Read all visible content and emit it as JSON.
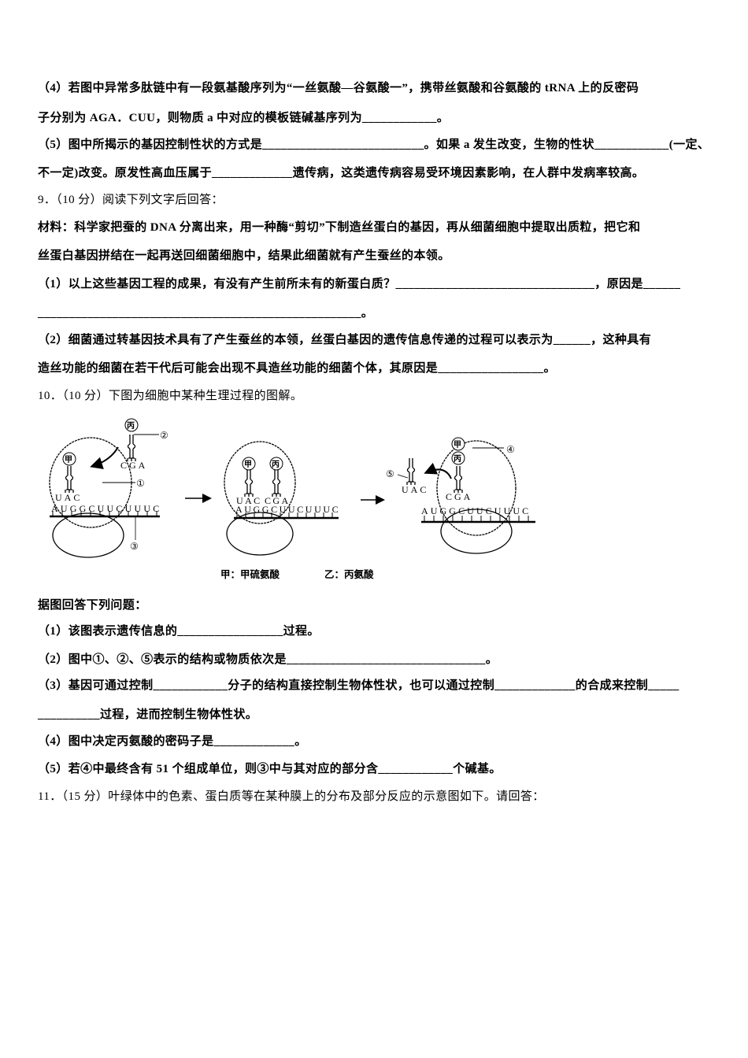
{
  "q8": {
    "p4_line1": "（4）若图中异常多肽链中有一段氨基酸序列为“一丝氨酸—谷氨酸一”，携带丝氨酸和谷氨酸的 tRNA 上的反密码",
    "p4_line2": "子分别为 AGA．CUU，则物质 a 中对应的模板链碱基序列为____________。",
    "p5_line1": "（5）图中所揭示的基因控制性状的方式是__________________________。如果 a 发生改变，生物的性状____________(一定、",
    "p5_line2": "不一定)改变。原发性高血压属于_____________遗传病，这类遗传病容易受环境因素影响，在人群中发病率较高。"
  },
  "q9": {
    "header": "9．（10 分）阅读下列文字后回答：",
    "material_line1": "材料：科学家把蚕的 DNA 分离出来，用一种酶“剪切”下制造丝蛋白的基因，再从细菌细胞中提取出质粒，把它和",
    "material_line2": "丝蛋白基因拼结在一起再送回细菌细胞中，结果此细菌就有产生蚕丝的本领。",
    "p1_line1": "（1）以上这些基因工程的成果，有没有产生前所未有的新蛋白质？________________________________，原因是______",
    "p1_line2": "____________________________________________________。",
    "p2_line1": "（2）细菌通过转基因技术具有了产生蚕丝的本领，丝蛋白基因的遗传信息传递的过程可以表示为______，这种具有",
    "p2_line2": "造丝功能的细菌在若干代后可能会出现不具造丝功能的细菌个体，其原因是_________________。"
  },
  "q10": {
    "header": "10．（10 分）下图为细胞中某种生理过程的图解。",
    "figure": {
      "amino_jia": "甲",
      "amino_bing": "丙",
      "anticodon_1": "UAC",
      "anticodon_2": "CGA",
      "mrna": "AUGGCUUCUUUC",
      "label_1": "①",
      "label_2": "②",
      "label_3": "③",
      "label_4": "④",
      "label_5": "⑤",
      "legend_jia": "甲：甲硫氨酸",
      "legend_yi": "乙：丙氨酸"
    },
    "intro": "据图回答下列问题：",
    "p1": "（1）该图表示遗传信息的_________________过程。",
    "p2": "（2）图中①、②、⑤表示的结构或物质依次是________________________________。",
    "p3_line1": "（3）基因可通过控制____________分子的结构直接控制生物体性状，也可以通过控制_____________的合成来控制_____",
    "p3_line2": "__________过程，进而控制生物体性状。",
    "p4": "（4）图中决定丙氨酸的密码子是_____________。",
    "p5": "（5）若④中最终含有 51 个组成单位，则③中与其对应的部分含____________个碱基。"
  },
  "q11": {
    "header": "11．（15 分）叶绿体中的色素、蛋白质等在某种膜上的分布及部分反应的示意图如下。请回答："
  }
}
